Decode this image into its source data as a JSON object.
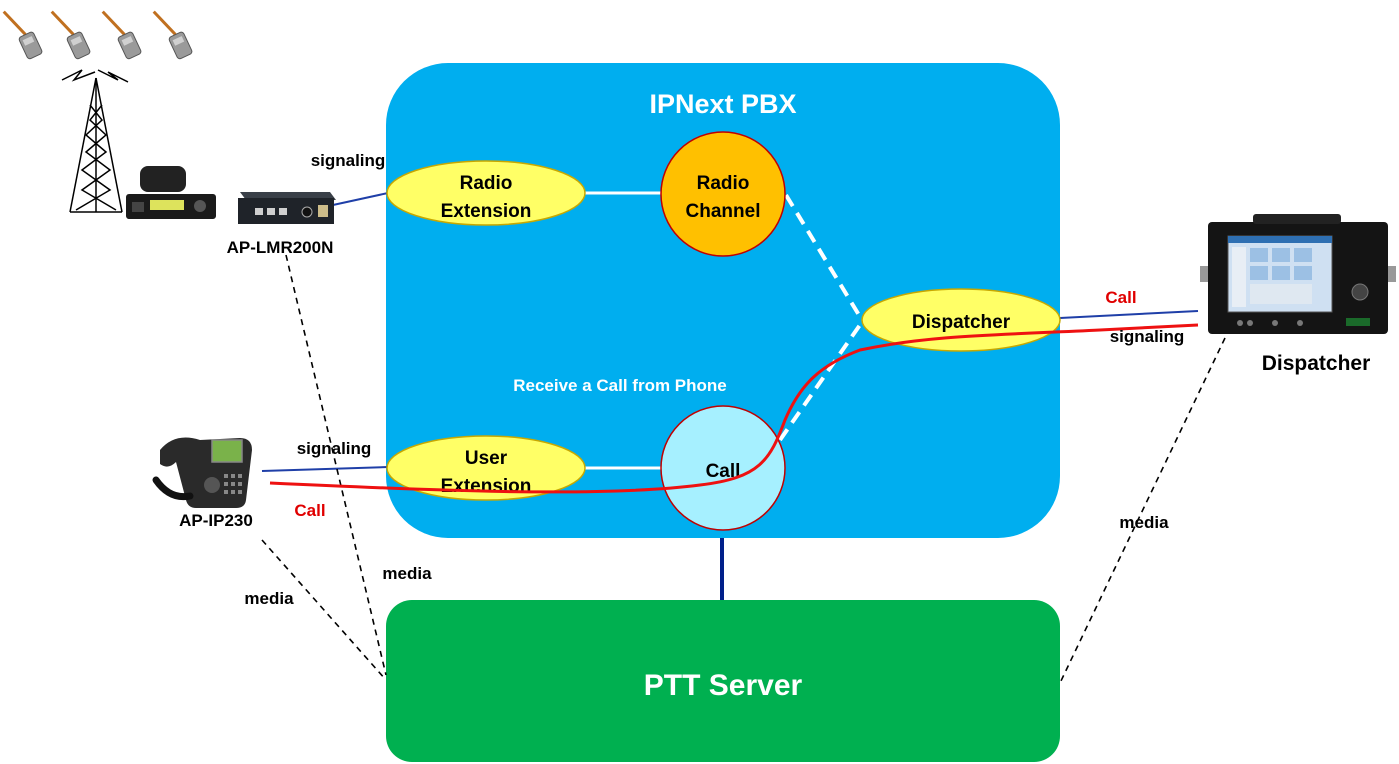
{
  "pbx": {
    "title": "IPNext PBX",
    "subtitle": "Receive a Call from Phone"
  },
  "nodes": {
    "radio_extension": [
      "Radio",
      "Extension"
    ],
    "radio_channel": [
      "Radio",
      "Channel"
    ],
    "dispatcher_node": "Dispatcher",
    "user_extension": [
      "User",
      "Extension"
    ],
    "call_node": "Call"
  },
  "devices": {
    "gateway": "AP-LMR200N",
    "phone": "AP-IP230",
    "console": "Dispatcher"
  },
  "links": {
    "signaling_gateway": "signaling",
    "signaling_phone": "signaling",
    "signaling_console": "signaling",
    "call_phone": "Call",
    "call_console": "Call",
    "media_phone": "media",
    "media_gateway": "media",
    "media_console": "media"
  },
  "server": {
    "label": "PTT Server"
  },
  "colors": {
    "pbx_fill": "#00AEEF",
    "server_fill": "#00B050",
    "node_yellow": "#FFFF66",
    "node_orange": "#FFC000",
    "node_cyan": "#A6F0FF",
    "call_line": "#EE1111",
    "signal_line": "#1F3FA8"
  },
  "icons": [
    "handheld-radio-icon",
    "radio-tower-icon",
    "mobile-radio-icon",
    "gateway-device-icon",
    "ip-phone-icon",
    "dispatch-console-icon"
  ]
}
